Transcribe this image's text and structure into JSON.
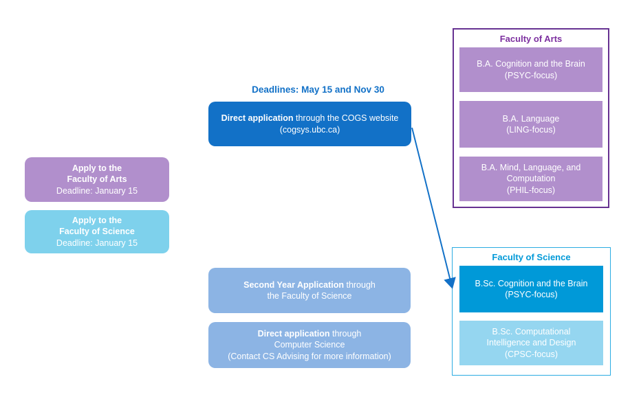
{
  "colors": {
    "royal_blue": "#1271c7",
    "cyan_blue": "#0099d8",
    "sky_blue": "#7ed1ec",
    "light_cyan": "#95d6f0",
    "periwinkle": "#8cb4e4",
    "purple": "#b18fcc",
    "arts_panel_border": "#663191",
    "arts_title": "#7c2f9f",
    "science_panel_border": "#2aabe2"
  },
  "deadline_note": "Deadlines: May 15 and Nov 30",
  "cogs_box": {
    "bold": "Direct application",
    "rest": " through the COGS website",
    "line2": "(cogsys.ubc.ca)"
  },
  "apply_arts_box": {
    "line1": "Apply to the",
    "line2": "Faculty of Arts",
    "line3": "Deadline: January 15"
  },
  "apply_science_box": {
    "line1": "Apply to the",
    "line2": "Faculty of Science",
    "line3": "Deadline: January 15"
  },
  "second_year_box": {
    "bold": "Second Year Application",
    "rest": " through",
    "line2": "the Faculty of Science"
  },
  "cs_direct_box": {
    "bold": "Direct application",
    "rest": " through",
    "line2": "Computer Science",
    "line3": "(Contact CS Advising for more information)"
  },
  "arts_panel": {
    "title": "Faculty of Arts",
    "programs": [
      {
        "line1": "B.A. Cognition and the Brain",
        "line2": "(PSYC-focus)"
      },
      {
        "line1": "B.A. Language",
        "line2": "(LING-focus)"
      },
      {
        "line1": "B.A. Mind, Language, and",
        "line2": "Computation",
        "line3": "(PHIL-focus)"
      }
    ]
  },
  "science_panel": {
    "title": "Faculty of Science",
    "programs": [
      {
        "line1": "B.Sc. Cognition and the Brain",
        "line2": "(PSYC-focus)"
      },
      {
        "line1": "B.Sc. Computational",
        "line2": "Intelligence and Design",
        "line3": "(CPSC-focus)"
      }
    ]
  }
}
